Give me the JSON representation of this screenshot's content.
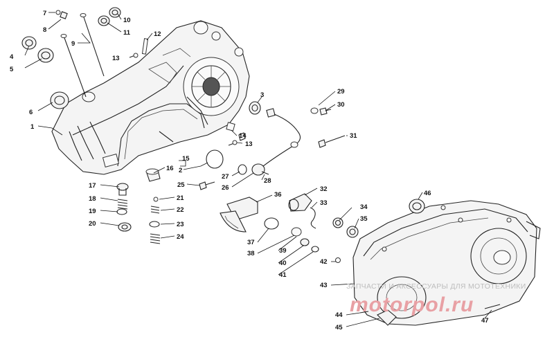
{
  "callouts": {
    "c1": "1",
    "c2": "2",
    "c3": "3",
    "c4": "4",
    "c5": "5",
    "c6": "6",
    "c7": "7",
    "c8": "8",
    "c9": "9",
    "c10": "10",
    "c11": "11",
    "c12": "12",
    "c13a": "13",
    "c13b": "13",
    "c14": "14",
    "c15": "15",
    "c16": "16",
    "c17": "17",
    "c18": "18",
    "c19": "19",
    "c20": "20",
    "c21": "21",
    "c22": "22",
    "c23": "23",
    "c24": "24",
    "c25": "25",
    "c26": "26",
    "c27": "27",
    "c28": "28",
    "c29": "29",
    "c30": "30",
    "c31": "31",
    "c32": "32",
    "c33": "33",
    "c34": "34",
    "c35": "35",
    "c36": "36",
    "c37": "37",
    "c38": "38",
    "c39": "39",
    "c40": "40",
    "c41": "41",
    "c42": "42",
    "c43": "43",
    "c44": "44",
    "c45": "45",
    "c46": "46",
    "c47": "47"
  },
  "watermark": {
    "tagline": "ЗАПЧАСТИ И АКСЕССУАРЫ ДЛЯ МОТОТЕХНИКИ",
    "brand": "motorpol.ru"
  }
}
